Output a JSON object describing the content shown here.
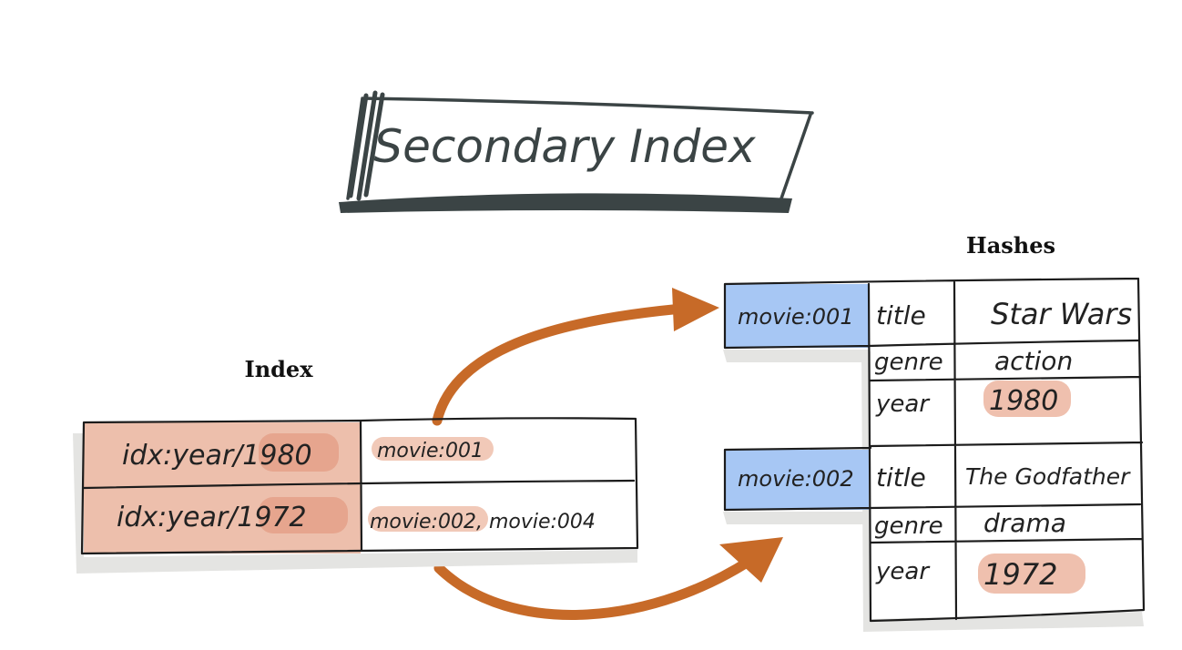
{
  "title": "Secondary Index",
  "index_table": {
    "label": "Index",
    "rows": [
      {
        "key": "idx:year/1980",
        "key_prefix": "idx:year/",
        "key_year": "1980",
        "value": "movie:001"
      },
      {
        "key": "idx:year/1972",
        "key_prefix": "idx:year/",
        "key_year": "1972",
        "value_parts": [
          "movie:002",
          ", movie:004"
        ]
      }
    ]
  },
  "hashes": {
    "label": "Hashes",
    "records": [
      {
        "key": "movie:001",
        "fields": [
          {
            "name": "title",
            "value": "Star Wars"
          },
          {
            "name": "genre",
            "value": "action"
          },
          {
            "name": "year",
            "value": "1980"
          }
        ]
      },
      {
        "key": "movie:002",
        "fields": [
          {
            "name": "title",
            "value": "The Godfather"
          },
          {
            "name": "genre",
            "value": "drama"
          },
          {
            "name": "year",
            "value": "1972"
          }
        ]
      }
    ]
  },
  "colors": {
    "index_key_fill": "#edbfac",
    "highlight": "#e6a58e",
    "hash_key_fill": "#a7c7f4",
    "arrow": "#c76a28",
    "title_ink": "#3b4445",
    "shadow": "#e4e4e2"
  }
}
